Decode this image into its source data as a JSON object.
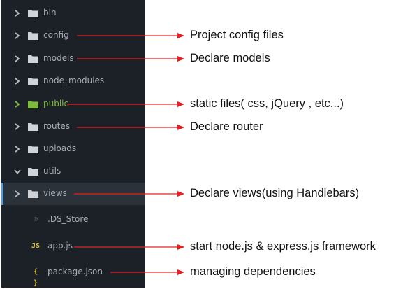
{
  "tree": [
    {
      "label": "bin",
      "kind": "folder",
      "chevron": "right"
    },
    {
      "label": "config",
      "kind": "folder",
      "chevron": "right"
    },
    {
      "label": "models",
      "kind": "folder",
      "chevron": "right"
    },
    {
      "label": "node_modules",
      "kind": "folder",
      "chevron": "right"
    },
    {
      "label": "public",
      "kind": "folder",
      "chevron": "right",
      "color": "#7dbb3c"
    },
    {
      "label": "routes",
      "kind": "folder",
      "chevron": "right"
    },
    {
      "label": "uploads",
      "kind": "folder",
      "chevron": "right"
    },
    {
      "label": "utils",
      "kind": "folder",
      "chevron": "down"
    },
    {
      "label": "views",
      "kind": "folder",
      "chevron": "right",
      "selected": true
    },
    {
      "label": ".DS_Store",
      "kind": "file",
      "icon": "eye-slash-icon",
      "icon_text": "⊘",
      "icon_color": "#4a535c"
    },
    {
      "label": "app.js",
      "kind": "file",
      "icon": "js-icon",
      "icon_text": "JS",
      "icon_color": "#e2c232"
    },
    {
      "label": "package.json",
      "kind": "file",
      "icon": "json-icon",
      "icon_text": "{ }",
      "icon_color": "#e2c232"
    }
  ],
  "annotations": {
    "config": "Project config files",
    "models": "Declare models",
    "public": "static files( css, jQuery , etc...)",
    "routes": "Declare router",
    "views": "Declare views(using Handlebars)",
    "app": "start node.js & express.js framework",
    "package": "managing dependencies"
  },
  "colors": {
    "panel_bg": "#1c2127",
    "folder_icon": "#cfd3d7",
    "folder_label": "#a6adb4",
    "public_accent": "#7dbb3c",
    "arrow": "#e8201f",
    "selection_bar": "#5b9bd5"
  }
}
